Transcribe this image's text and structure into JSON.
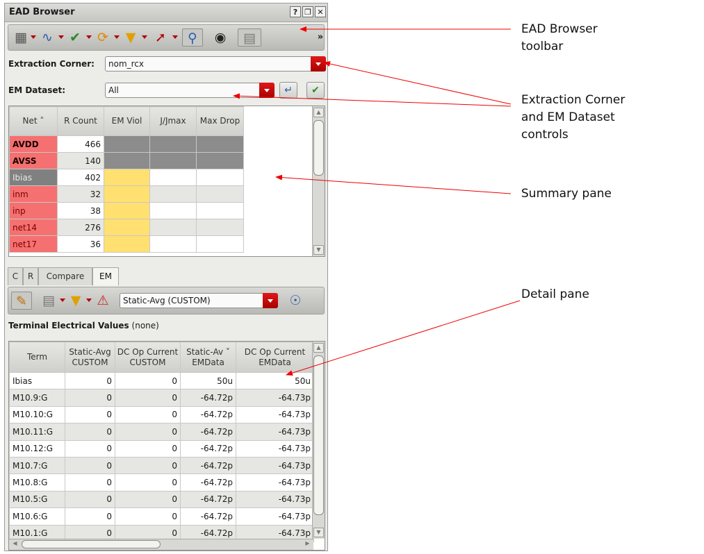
{
  "window": {
    "title": "EAD Browser",
    "help_label": "?",
    "float_label": "❐",
    "close_label": "✕"
  },
  "controls": {
    "extraction_label": "Extraction Corner:",
    "extraction_value": "nom_rcx",
    "dataset_label": "EM Dataset:",
    "dataset_value": "All"
  },
  "summary": {
    "columns": [
      "Net ˄",
      "R Count",
      "EM Viol",
      "J/Jmax",
      "Max Drop"
    ],
    "rows": [
      {
        "net": "AVDD",
        "count": "466",
        "style": "bold-red",
        "fill": "gray"
      },
      {
        "net": "AVSS",
        "count": "140",
        "style": "bold-red",
        "fill": "gray"
      },
      {
        "net": "Ibias",
        "count": "402",
        "style": "gray",
        "fill": "yellow"
      },
      {
        "net": "inm",
        "count": "32",
        "style": "red",
        "fill": "yellow"
      },
      {
        "net": "inp",
        "count": "38",
        "style": "red",
        "fill": "yellow"
      },
      {
        "net": "net14",
        "count": "276",
        "style": "red",
        "fill": "yellow"
      },
      {
        "net": "net17",
        "count": "36",
        "style": "red",
        "fill": "yellow"
      }
    ]
  },
  "tabs": [
    "C",
    "R",
    "Compare",
    "EM"
  ],
  "detail": {
    "analysis_value": "Static-Avg (CUSTOM)",
    "section_title": "Terminal Electrical Values",
    "section_note": "(none)",
    "columns": [
      {
        "line1": "Term",
        "line2": ""
      },
      {
        "line1": "Static-Avg",
        "line2": "CUSTOM"
      },
      {
        "line1": "DC Op Current",
        "line2": "CUSTOM"
      },
      {
        "line1": "Static-Av ˅",
        "line2": "EMData"
      },
      {
        "line1": "DC Op Current",
        "line2": "EMData"
      }
    ],
    "rows": [
      [
        "Ibias",
        "0",
        "0",
        "50u",
        "50u"
      ],
      [
        "M10.9:G",
        "0",
        "0",
        "-64.72p",
        "-64.73p"
      ],
      [
        "M10.10:G",
        "0",
        "0",
        "-64.72p",
        "-64.73p"
      ],
      [
        "M10.11:G",
        "0",
        "0",
        "-64.72p",
        "-64.73p"
      ],
      [
        "M10.12:G",
        "0",
        "0",
        "-64.72p",
        "-64.73p"
      ],
      [
        "M10.7:G",
        "0",
        "0",
        "-64.72p",
        "-64.73p"
      ],
      [
        "M10.8:G",
        "0",
        "0",
        "-64.72p",
        "-64.73p"
      ],
      [
        "M10.5:G",
        "0",
        "0",
        "-64.72p",
        "-64.73p"
      ],
      [
        "M10.6:G",
        "0",
        "0",
        "-64.72p",
        "-64.73p"
      ],
      [
        "M10.1:G",
        "0",
        "0",
        "-64.72p",
        "-64.73p"
      ]
    ]
  },
  "annotations": [
    {
      "lines": [
        "EAD Browser",
        "toolbar"
      ]
    },
    {
      "lines": [
        "Extraction Corner",
        "and EM Dataset",
        "controls"
      ]
    },
    {
      "lines": [
        "Summary pane"
      ]
    },
    {
      "lines": [
        "Detail pane"
      ]
    }
  ],
  "colors": {
    "net_red": "#f57070",
    "net_gray": "#808080",
    "viol_yellow": "#ffe070",
    "viol_gray": "#8c8c8c",
    "arrow_red": "#ee0000",
    "accent_red": "#c00000"
  },
  "icons": {
    "toolbar": [
      "table-icon",
      "waveform-icon",
      "check-icon",
      "refresh-icon",
      "filter-icon",
      "pointer-icon",
      "zoom-icon",
      "binoculars-icon",
      "layout-icon",
      "more-icon"
    ],
    "detail_toolbar": [
      "pencil-icon",
      "table-icon",
      "filter-icon",
      "warning-icon",
      "eye-icon"
    ]
  }
}
